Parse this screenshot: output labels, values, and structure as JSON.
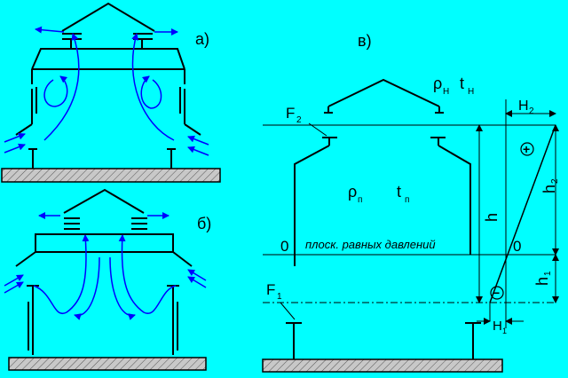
{
  "colors": {
    "background": "#00ffff",
    "line": "#000000",
    "arrow": "#0000ff",
    "ground": "#c8c8c8"
  },
  "panels": {
    "a": {
      "label": "а)"
    },
    "b": {
      "label": "б)"
    },
    "v": {
      "label": "в)"
    }
  },
  "diagram": {
    "rho_outer": "ρ",
    "sub_outer": "Н",
    "t_outer": "t",
    "t_sub_outer": "Н",
    "rho_inner": "ρ",
    "sub_inner": "п",
    "t_inner": "t",
    "t_sub_inner": "п",
    "F_top": "F",
    "F_top_sub": "2",
    "F_bottom": "F",
    "F_bottom_sub": "1",
    "H_top": "H",
    "H_top_sub": "2",
    "H_bottom": "H",
    "H_bottom_sub": "1",
    "h_total": "h",
    "h_upper": "h",
    "h_upper_sub": "2",
    "h_lower": "h",
    "h_lower_sub": "1",
    "zero_left": "0",
    "zero_right": "0",
    "neutral_plane": "плоск. равных давлений",
    "plus": "+",
    "minus": "−"
  }
}
